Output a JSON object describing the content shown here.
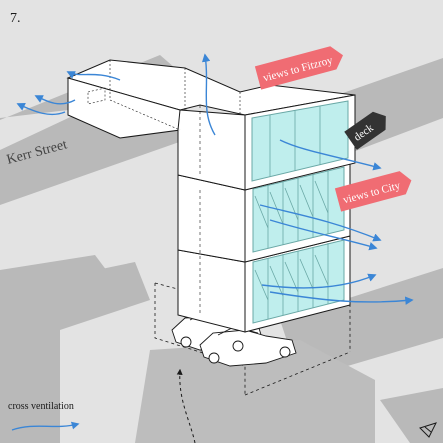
{
  "figure_number": "7.",
  "labels": {
    "street": "Kerr Street",
    "views_fitzroy": "views to Fitzroy",
    "deck": "deck",
    "views_city": "views to City"
  },
  "legend": {
    "text": "cross ventilation"
  },
  "colors": {
    "background": "#e3e3e3",
    "road": "#b9b9b9",
    "building_face": "#ffffff",
    "glass": "#bfeeed",
    "glass_line": "#6aa8a6",
    "arrow_blue": "#3b86d6",
    "pink_tag": "#f06c73",
    "dark_tag": "#333333",
    "line": "#1a1a1a"
  }
}
